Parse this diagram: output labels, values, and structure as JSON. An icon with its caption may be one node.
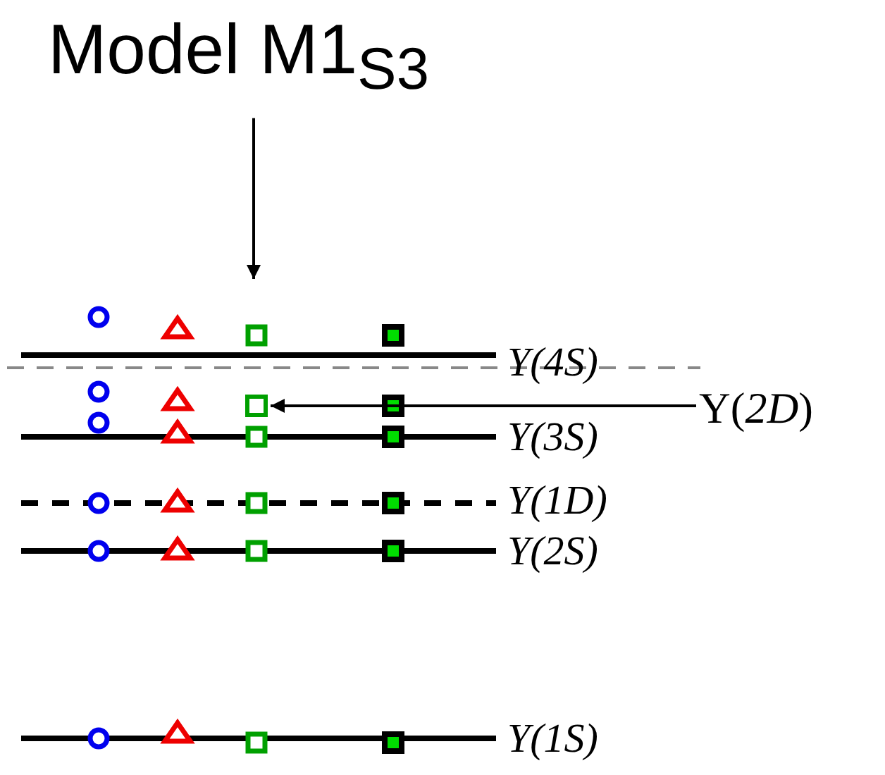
{
  "diagram": {
    "nodes": [
      {
        "text": [
          "Model M1$_{S3}$"
        ]
      },
      {
        "text": [
          "Υ(*2D*)"
        ]
      },
      {
        "text": [],
        "shape": "box"
      }
    ],
    "edges": [
      {
        "from": 0,
        "to": null,
        "arrow": "to"
      },
      {
        "from": 1,
        "to": 2,
        "arrow": "to"
      }
    ],
    "labels": [
      "Υ(4S)",
      "Υ(3S)",
      "Υ(1D)",
      "Υ(2S)",
      "Υ(1S)"
    ]
  }
}
